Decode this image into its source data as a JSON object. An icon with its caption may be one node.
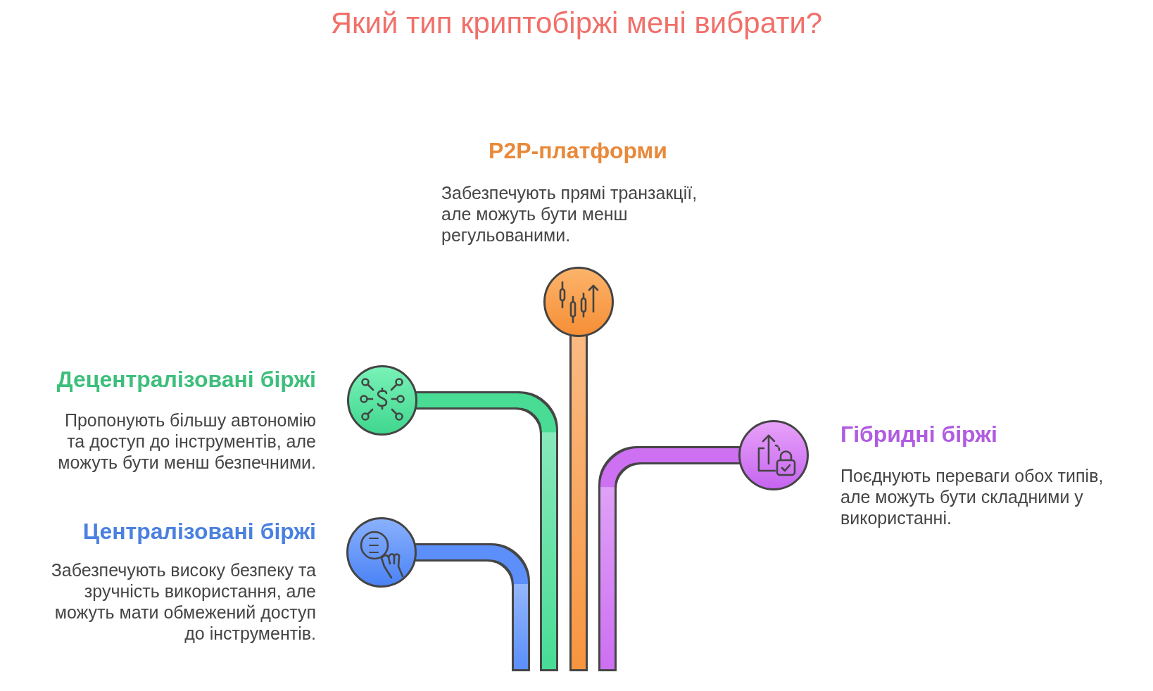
{
  "diagram": {
    "title": "Який тип криптобіржі мені вибрати?",
    "nodes": [
      {
        "text": [],
        "shape": "circle",
        "beside": [
          "P2P-платформи",
          "Забезпечують прямі транзакції, але можуть бути менш регульованими."
        ]
      },
      {
        "text": [],
        "shape": "circle",
        "beside": [
          "Децентралізовані біржі",
          "Пропонують більшу автономію та доступ до інструментів, але можуть бути менш безпечними."
        ]
      },
      {
        "text": [],
        "shape": "circle",
        "beside": [
          "Гібридні біржі",
          "Поєднують переваги обох типів, але можуть бути складними у використанні."
        ]
      },
      {
        "text": [],
        "shape": "circle",
        "beside": [
          "Централізовані біржі",
          "Забезпечують високу безпеку та зручність використання, але можуть мати обмежений доступ до інструментів."
        ]
      }
    ],
    "edges": [
      {
        "from": null,
        "to": 0,
        "arrow": "none",
        "color": "#f7953f"
      },
      {
        "from": null,
        "to": 1,
        "arrow": "none",
        "color": "#48dc95"
      },
      {
        "from": null,
        "to": 2,
        "arrow": "none",
        "color": "#cd6ff2"
      },
      {
        "from": null,
        "to": 3,
        "arrow": "none",
        "color": "#5b8ff9"
      }
    ]
  }
}
